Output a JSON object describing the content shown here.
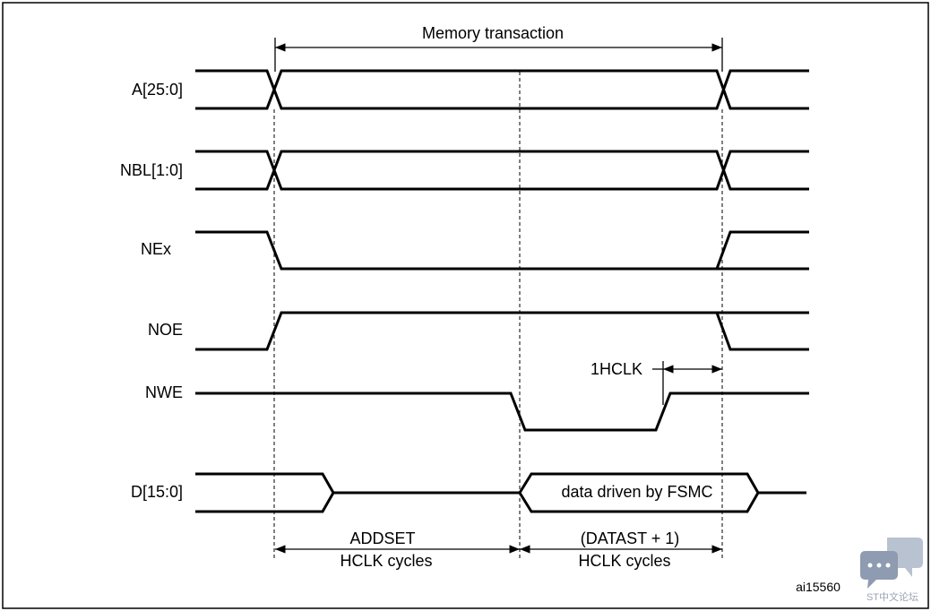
{
  "title": "Memory transaction",
  "signals": {
    "a": "A[25:0]",
    "nbl": "NBL[1:0]",
    "nex": "NEx",
    "noe": "NOE",
    "nwe": "NWE",
    "d": "D[15:0]"
  },
  "annotations": {
    "one_hclk": "1HCLK",
    "data_driven": "data driven by FSMC",
    "addset": "ADDSET",
    "addset_unit": "HCLK cycles",
    "datast": "(DATAST + 1)",
    "datast_unit": "HCLK cycles"
  },
  "figure_id": "ai15560",
  "watermark": "ST中文论坛",
  "colors": {
    "ink": "#000000",
    "watermark": "#9aa4b4"
  }
}
